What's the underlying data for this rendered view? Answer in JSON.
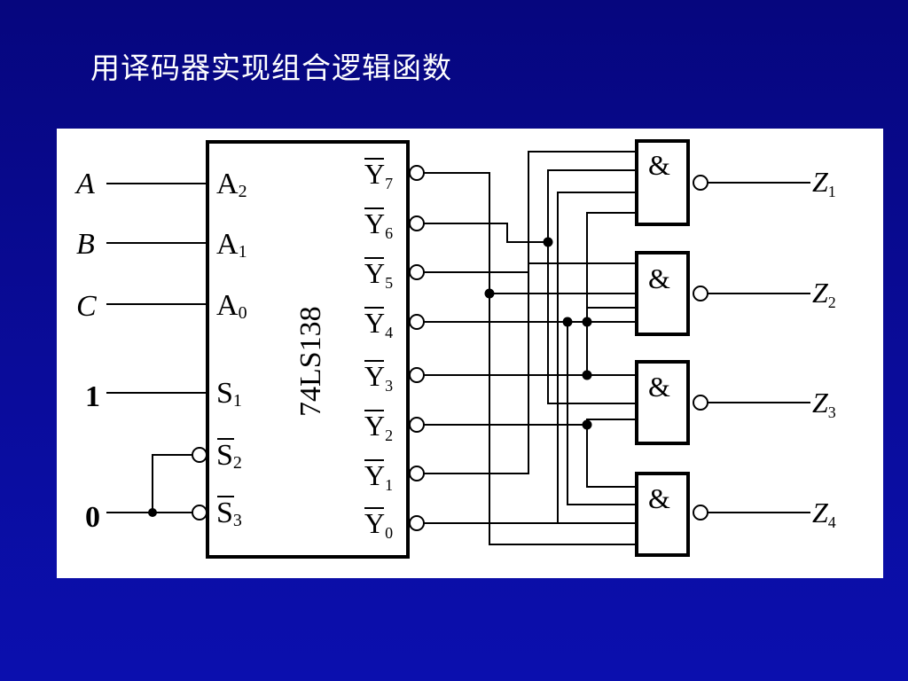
{
  "title": "用译码器实现组合逻辑函数",
  "chip_name": "74LS138",
  "inputs": {
    "a": "A",
    "b": "B",
    "c": "C",
    "one": "1",
    "zero": "0"
  },
  "pins": {
    "a2": "A",
    "a2_sub": "2",
    "a1": "A",
    "a1_sub": "1",
    "a0": "A",
    "a0_sub": "0",
    "s1": "S",
    "s1_sub": "1",
    "s2": "S",
    "s2_sub": "2",
    "s3": "S",
    "s3_sub": "3"
  },
  "outputs": [
    {
      "name": "Y",
      "sub": "7"
    },
    {
      "name": "Y",
      "sub": "6"
    },
    {
      "name": "Y",
      "sub": "5"
    },
    {
      "name": "Y",
      "sub": "4"
    },
    {
      "name": "Y",
      "sub": "3"
    },
    {
      "name": "Y",
      "sub": "2"
    },
    {
      "name": "Y",
      "sub": "1"
    },
    {
      "name": "Y",
      "sub": "0"
    }
  ],
  "gate_symbol": "&",
  "results": [
    {
      "name": "Z",
      "sub": "1"
    },
    {
      "name": "Z",
      "sub": "2"
    },
    {
      "name": "Z",
      "sub": "3"
    },
    {
      "name": "Z",
      "sub": "4"
    }
  ]
}
